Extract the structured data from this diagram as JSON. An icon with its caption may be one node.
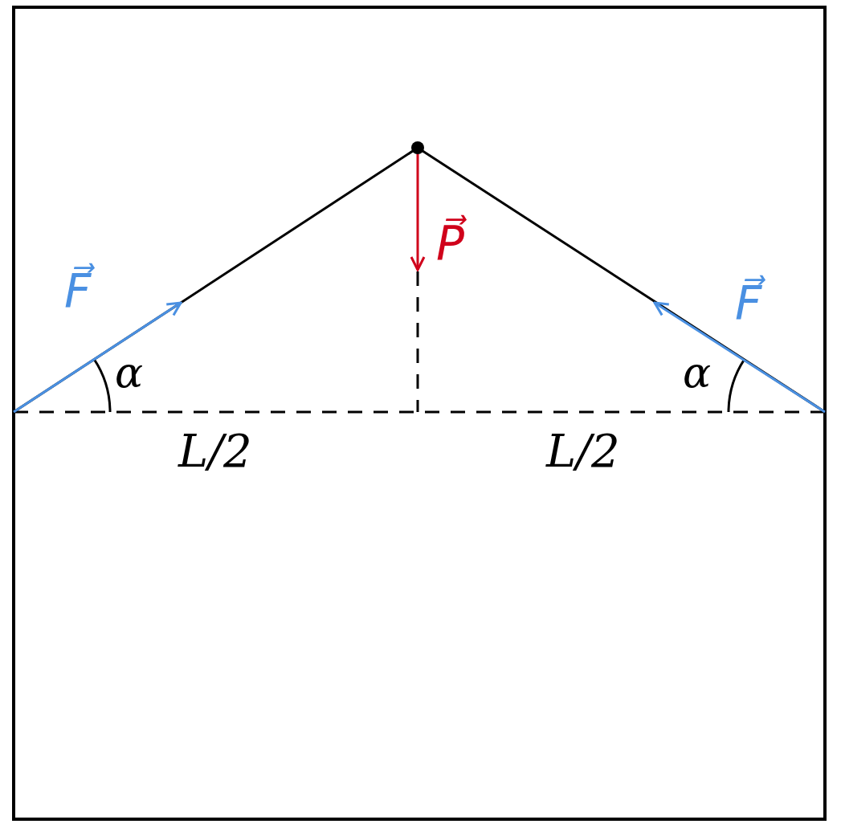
{
  "diagram": {
    "labels": [
      "P⃗",
      "F⃗",
      "F⃗",
      "α",
      "α",
      "L/2",
      "L/2"
    ]
  }
}
